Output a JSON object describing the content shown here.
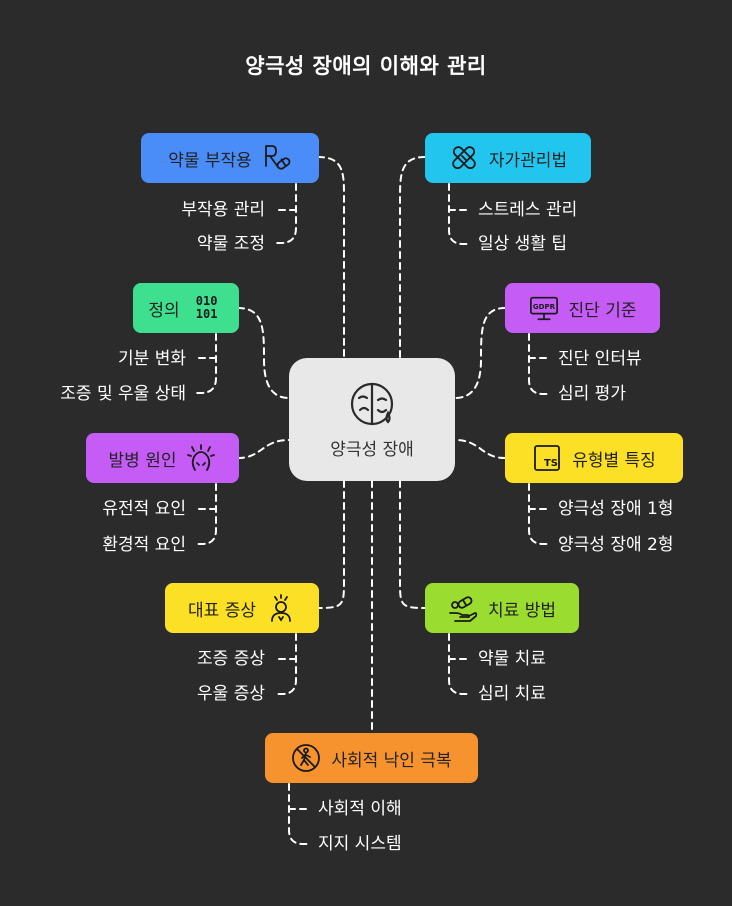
{
  "title": "양극성 장애의 이해와 관리",
  "center": {
    "label": "양극성 장애",
    "icon": "drama-mask-icon"
  },
  "colors": {
    "background": "#2b2b2b",
    "center": "#e8e8e8",
    "blue": "#4a8df8",
    "cyan": "#22c5ee",
    "green": "#3ee08f",
    "purple": "#c45cf5",
    "yellow": "#fce025",
    "lime": "#9bdc30",
    "orange": "#f7932e"
  },
  "nodes": {
    "side_effects": {
      "label": "약물 부작용",
      "icon": "prescription-icon",
      "children": [
        "부작용 관리",
        "약물 조정"
      ]
    },
    "self_care": {
      "label": "자가관리법",
      "icon": "bandage-icon",
      "children": [
        "스트레스 관리",
        "일상 생활 팁"
      ]
    },
    "definition": {
      "label": "정의",
      "icon": "binary-code-icon",
      "children": [
        "기분 변화",
        "조증 및 우울 상태"
      ]
    },
    "diagnosis": {
      "label": "진단 기준",
      "icon": "gdpr-monitor-icon",
      "children": [
        "진단 인터뷰",
        "심리 평가"
      ]
    },
    "causes": {
      "label": "발병 원인",
      "icon": "stress-head-icon",
      "children": [
        "유전적 요인",
        "환경적 요인"
      ]
    },
    "types": {
      "label": "유형별 특징",
      "icon": "ts-box-icon",
      "children": [
        "양극성 장애 1형",
        "양극성 장애 2형"
      ]
    },
    "symptoms": {
      "label": "대표 증상",
      "icon": "anxious-person-icon",
      "children": [
        "조증 증상",
        "우울 증상"
      ]
    },
    "treatment": {
      "label": "치료 방법",
      "icon": "pill-hand-icon",
      "children": [
        "약물 치료",
        "심리 치료"
      ]
    },
    "stigma": {
      "label": "사회적 낙인 극복",
      "icon": "no-walking-icon",
      "children": [
        "사회적 이해",
        "지지 시스템"
      ]
    }
  }
}
